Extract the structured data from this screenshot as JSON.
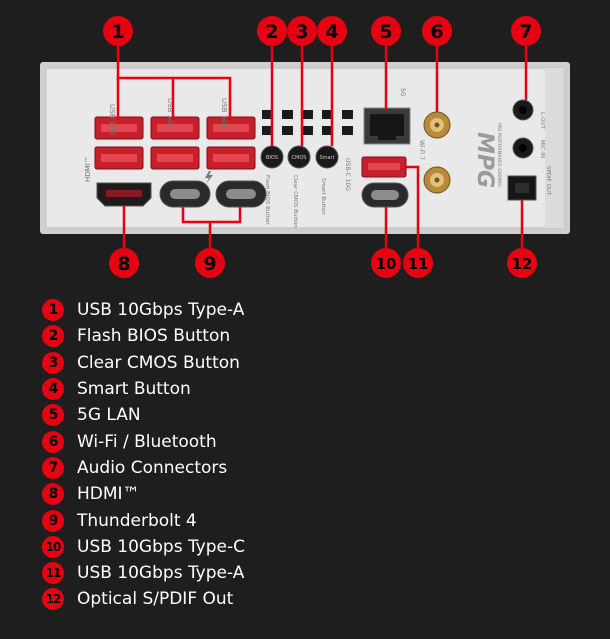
{
  "panel": {
    "port_labels": {
      "usb_a_1": "USB 10G",
      "usb_a_2": "USB 10G",
      "usb_a_3": "USB 10G",
      "hdmi": "HDMI™",
      "lan": "5G",
      "wifi": "Wi-Fi 7",
      "usb_c": "USB-C 10G",
      "flash_bios_btn": "BIOS",
      "flash_bios_label": "Flash BIOS Button",
      "clear_cmos_btn": "CMOS",
      "clear_cmos_label": "Clear CMOS Button",
      "smart_btn": "Smart",
      "smart_label": "Smart Button",
      "brand_logo": "MPG",
      "brand_subtitle": "MSI PERFORMANCE GAMING",
      "line_out": "L-OUT",
      "mic_in": "MIC-IN",
      "spdif": "SPDIF OUT"
    },
    "badges": [
      {
        "num": "1"
      },
      {
        "num": "2"
      },
      {
        "num": "3"
      },
      {
        "num": "4"
      },
      {
        "num": "5"
      },
      {
        "num": "6"
      },
      {
        "num": "7"
      },
      {
        "num": "8"
      },
      {
        "num": "9"
      },
      {
        "num": "10"
      },
      {
        "num": "11"
      },
      {
        "num": "12"
      }
    ]
  },
  "legend": [
    {
      "num": "1",
      "label": "USB 10Gbps Type-A"
    },
    {
      "num": "2",
      "label": "Flash BIOS Button"
    },
    {
      "num": "3",
      "label": "Clear CMOS Button"
    },
    {
      "num": "4",
      "label": "Smart Button"
    },
    {
      "num": "5",
      "label": "5G LAN"
    },
    {
      "num": "6",
      "label": "Wi-Fi / Bluetooth"
    },
    {
      "num": "7",
      "label": "Audio Connectors"
    },
    {
      "num": "8",
      "label": "HDMI™"
    },
    {
      "num": "9",
      "label": "Thunderbolt 4"
    },
    {
      "num": "10",
      "label": "USB 10Gbps Type-C"
    },
    {
      "num": "11",
      "label": "USB 10Gbps Type-A"
    },
    {
      "num": "12",
      "label": "Optical S/PDIF Out"
    }
  ],
  "colors": {
    "background": "#1e1e1e",
    "badge": "#e60012",
    "leader_line": "#e60012",
    "panel": "#e8e8e8",
    "usb_port": "#c81f2b",
    "text": "#ffffff"
  }
}
